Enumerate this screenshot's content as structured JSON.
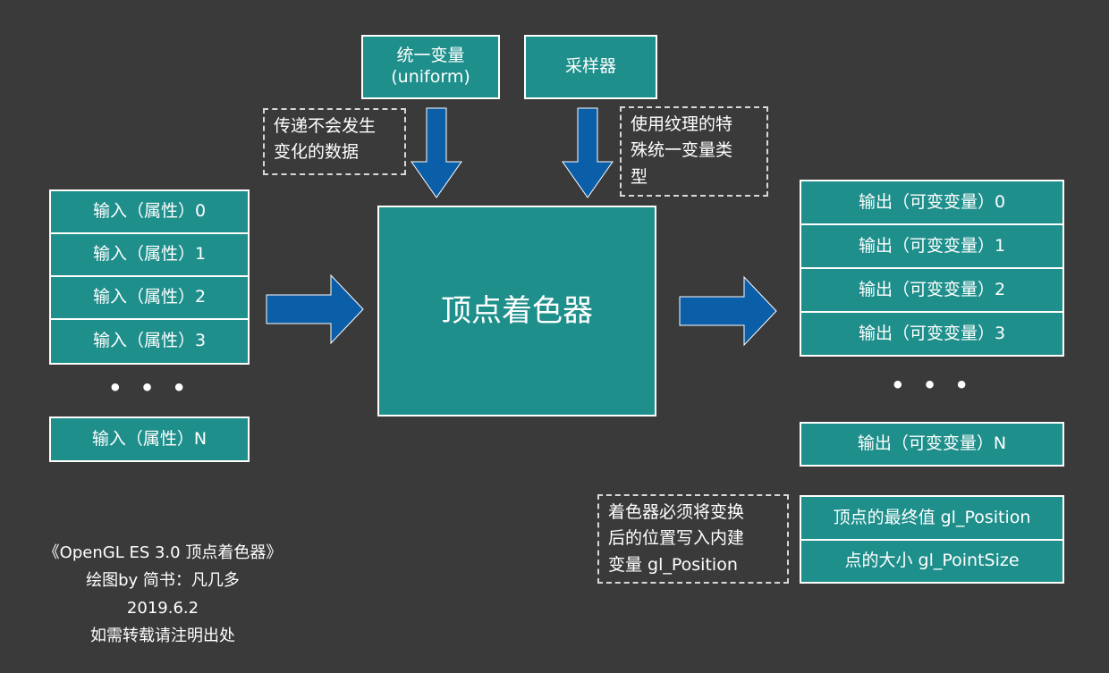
{
  "uniform": {
    "line1": "统一变量",
    "line2": "(uniform)"
  },
  "sampler": {
    "label": "采样器"
  },
  "uniform_note": {
    "line1": "传递不会发生",
    "line2": "变化的数据"
  },
  "sampler_note": {
    "line1": "使用纹理的特",
    "line2": "殊统一变量类",
    "line3": "型"
  },
  "shader": {
    "label": "顶点着色器"
  },
  "inputs": {
    "items": [
      "输入（属性）0",
      "输入（属性）1",
      "输入（属性）2",
      "输入（属性）3"
    ],
    "ellipsis": "• • •",
    "last": "输入（属性）N"
  },
  "outputs": {
    "items": [
      "输出（可变变量）0",
      "输出（可变变量）1",
      "输出（可变变量）2",
      "输出（可变变量）3"
    ],
    "ellipsis": "• • •",
    "last": "输出（可变变量）N"
  },
  "builtins": {
    "note": {
      "line1": "着色器必须将变换",
      "line2": "后的位置写入内建",
      "line3": "变量 gl_Position"
    },
    "position": "顶点的最终值 gl_Position",
    "point_size": "点的大小 gl_PointSize"
  },
  "footer": {
    "line1": "《OpenGL ES 3.0 顶点着色器》",
    "line2": "绘图by 简书：凡几多",
    "line3": "2019.6.2",
    "line4": "如需转载请注明出处"
  },
  "colors": {
    "box_fill": "#1f8f8c",
    "arrow_fill": "#0b5ea8",
    "background": "#3a3a3a"
  }
}
